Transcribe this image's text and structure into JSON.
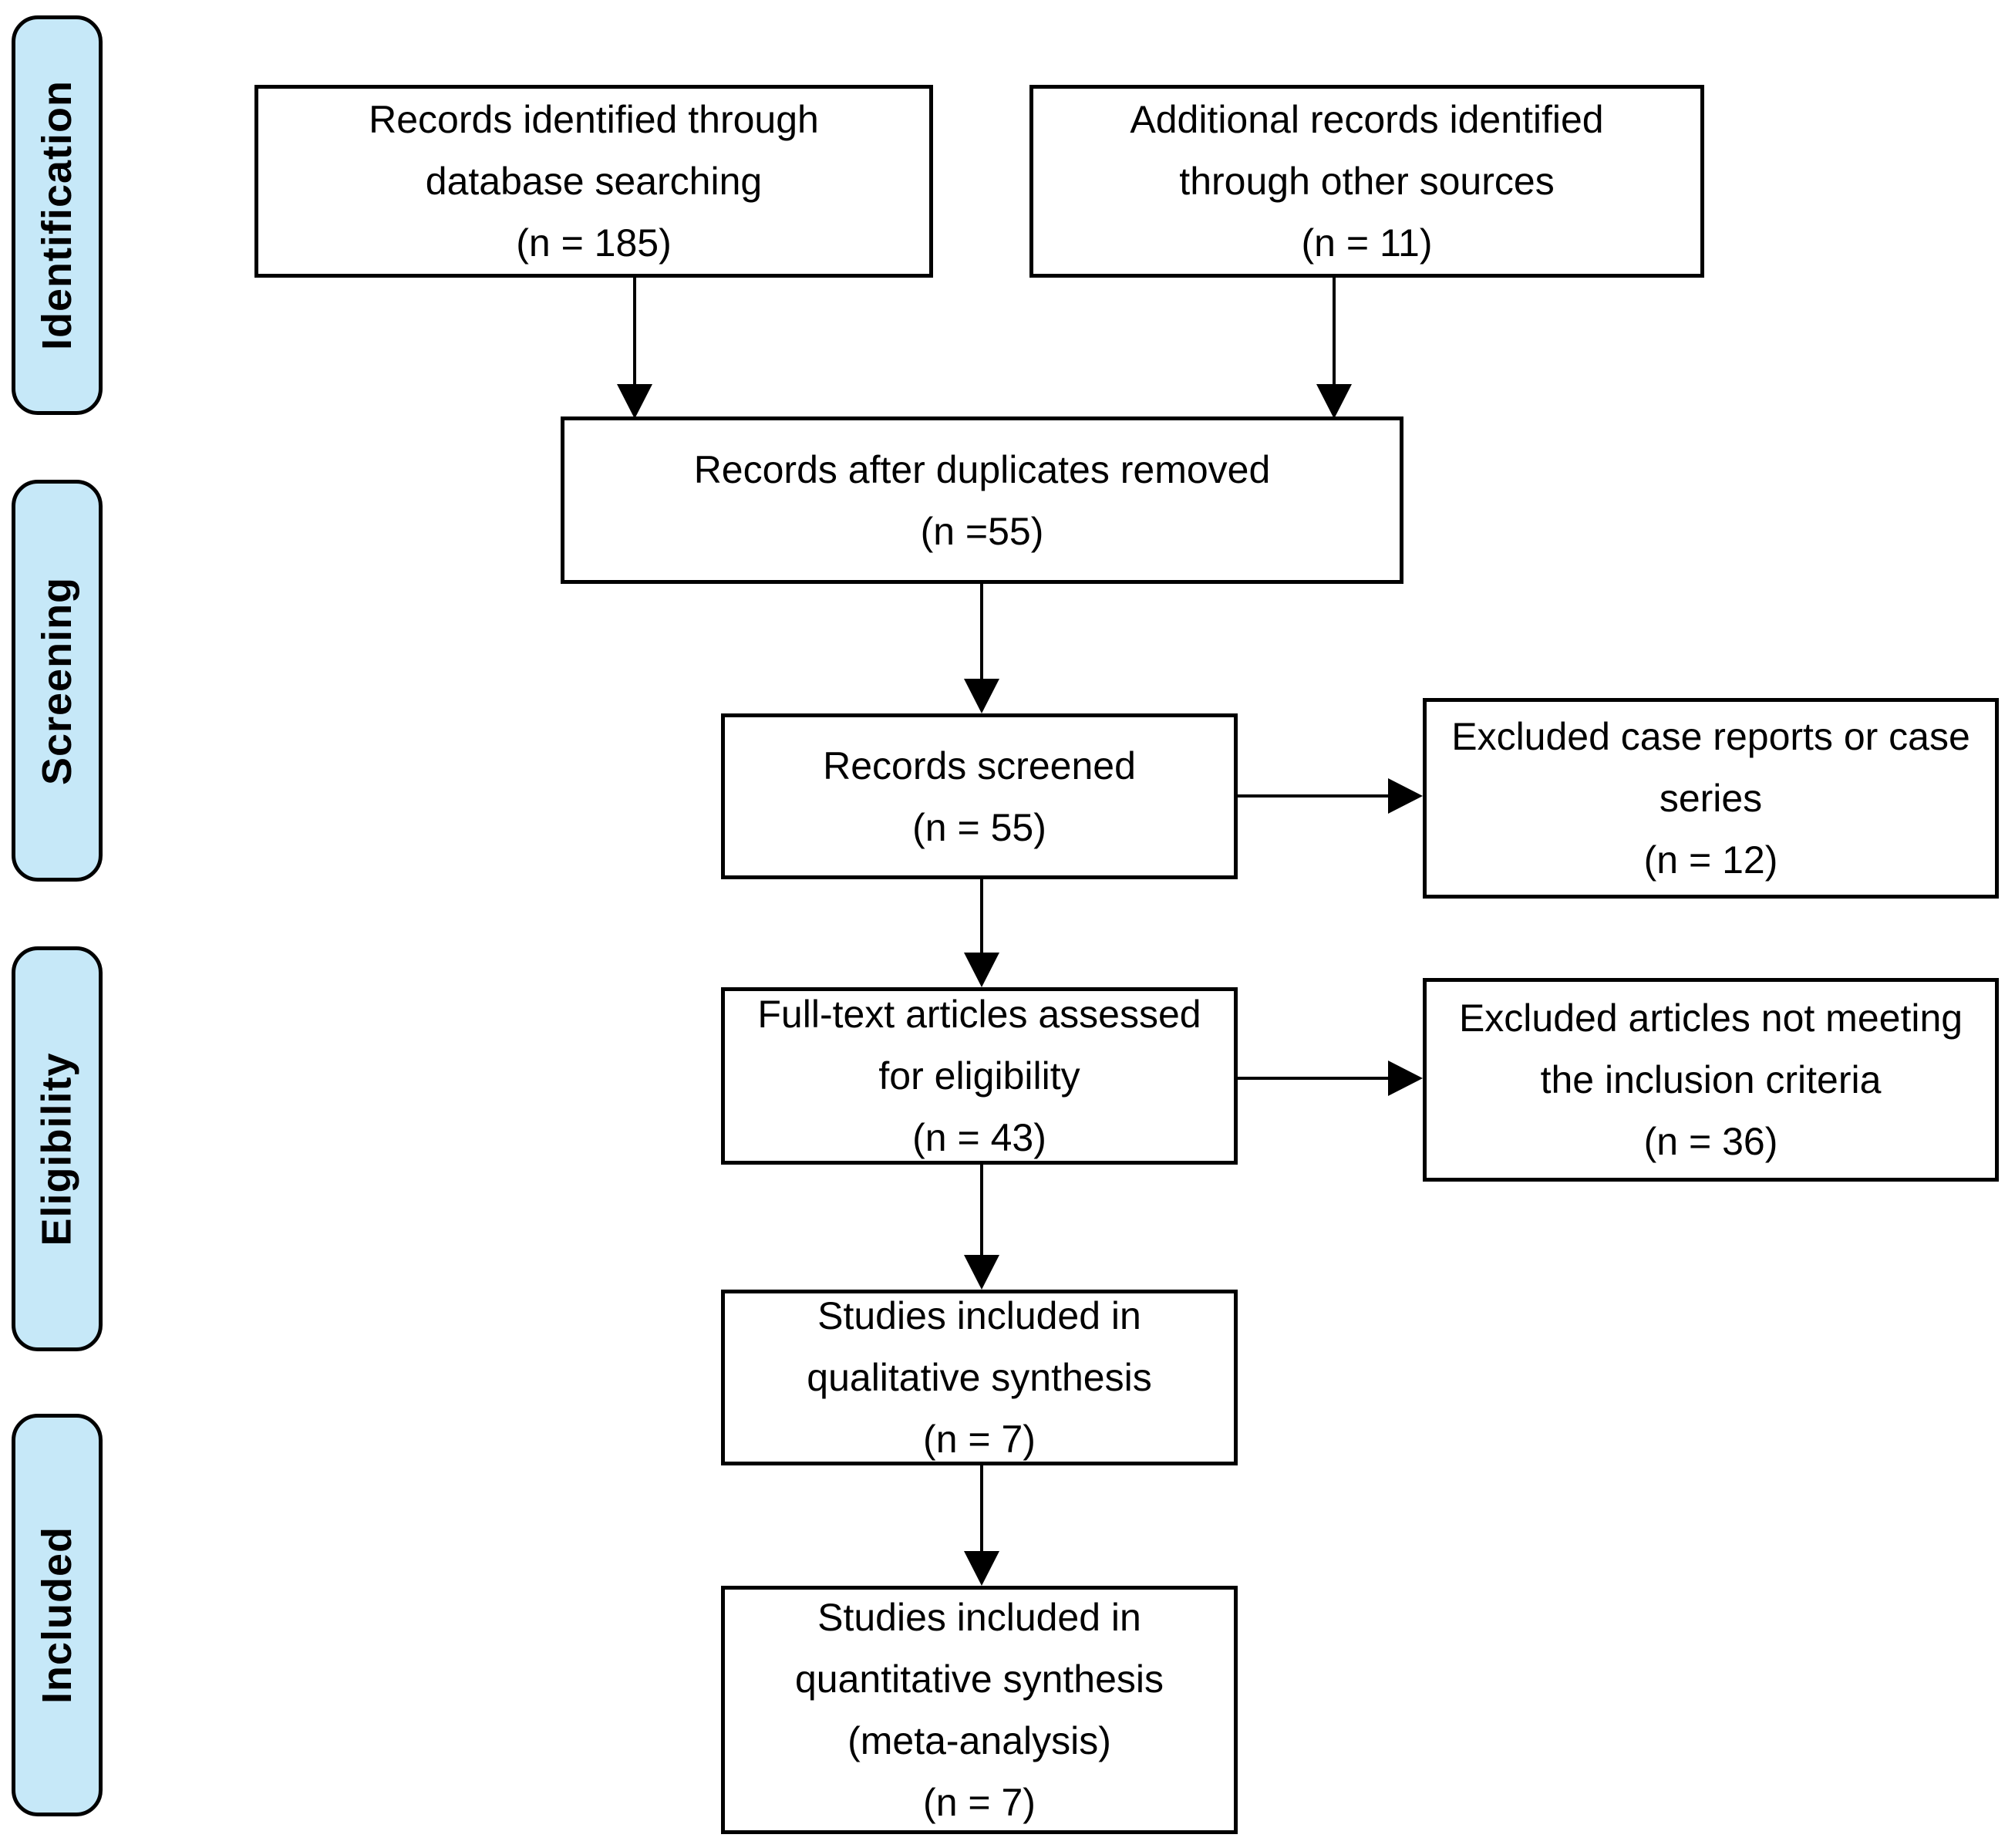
{
  "stage_labels": [
    "Identification",
    "Screening",
    "Eligibility",
    "Included"
  ],
  "boxes": {
    "records_identified": {
      "lines": [
        "Records identified through",
        "database searching",
        "(n = 185)"
      ]
    },
    "additional_records": {
      "lines": [
        "Additional records identified",
        "through other sources",
        "(n = 11)"
      ]
    },
    "duplicates_removed": {
      "lines": [
        "Records after duplicates removed",
        "(n =55)"
      ]
    },
    "records_screened": {
      "lines": [
        "Records screened",
        "(n = 55)"
      ]
    },
    "excluded_case_reports": {
      "lines": [
        "Excluded case reports or case",
        "series",
        "(n = 12)"
      ]
    },
    "full_text_assessed": {
      "lines": [
        "Full-text articles assessed",
        "for eligibility",
        "(n = 43)"
      ]
    },
    "excluded_not_meeting": {
      "lines": [
        "Excluded articles not meeting",
        "the inclusion criteria",
        "(n = 36)"
      ]
    },
    "qualitative_synthesis": {
      "lines": [
        "Studies included in",
        "qualitative synthesis",
        "(n = 7)"
      ]
    },
    "quantitative_synthesis": {
      "lines": [
        "Studies included in",
        "quantitative synthesis",
        "(meta-analysis)",
        "(n = 7)"
      ]
    }
  },
  "colors": {
    "stage_fill": "#c6e8f8",
    "box_fill": "#ffffff",
    "border": "#000000",
    "arrow": "#000000",
    "background": "#ffffff"
  }
}
